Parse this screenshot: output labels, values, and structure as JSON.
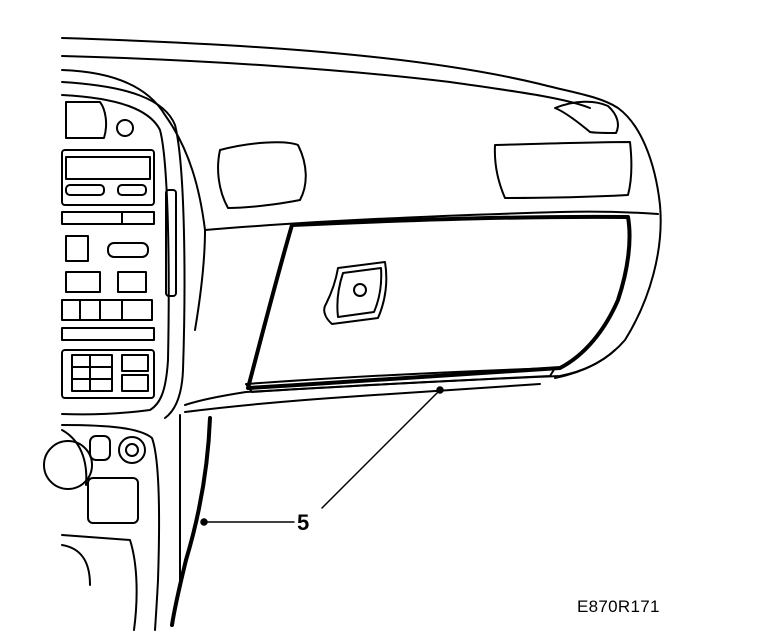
{
  "callouts": [
    {
      "number": "5",
      "refers_to": "glove-box-panel-edge"
    }
  ],
  "figure_code": "E870R171",
  "colors": {
    "line": "#000000",
    "background": "#ffffff"
  }
}
